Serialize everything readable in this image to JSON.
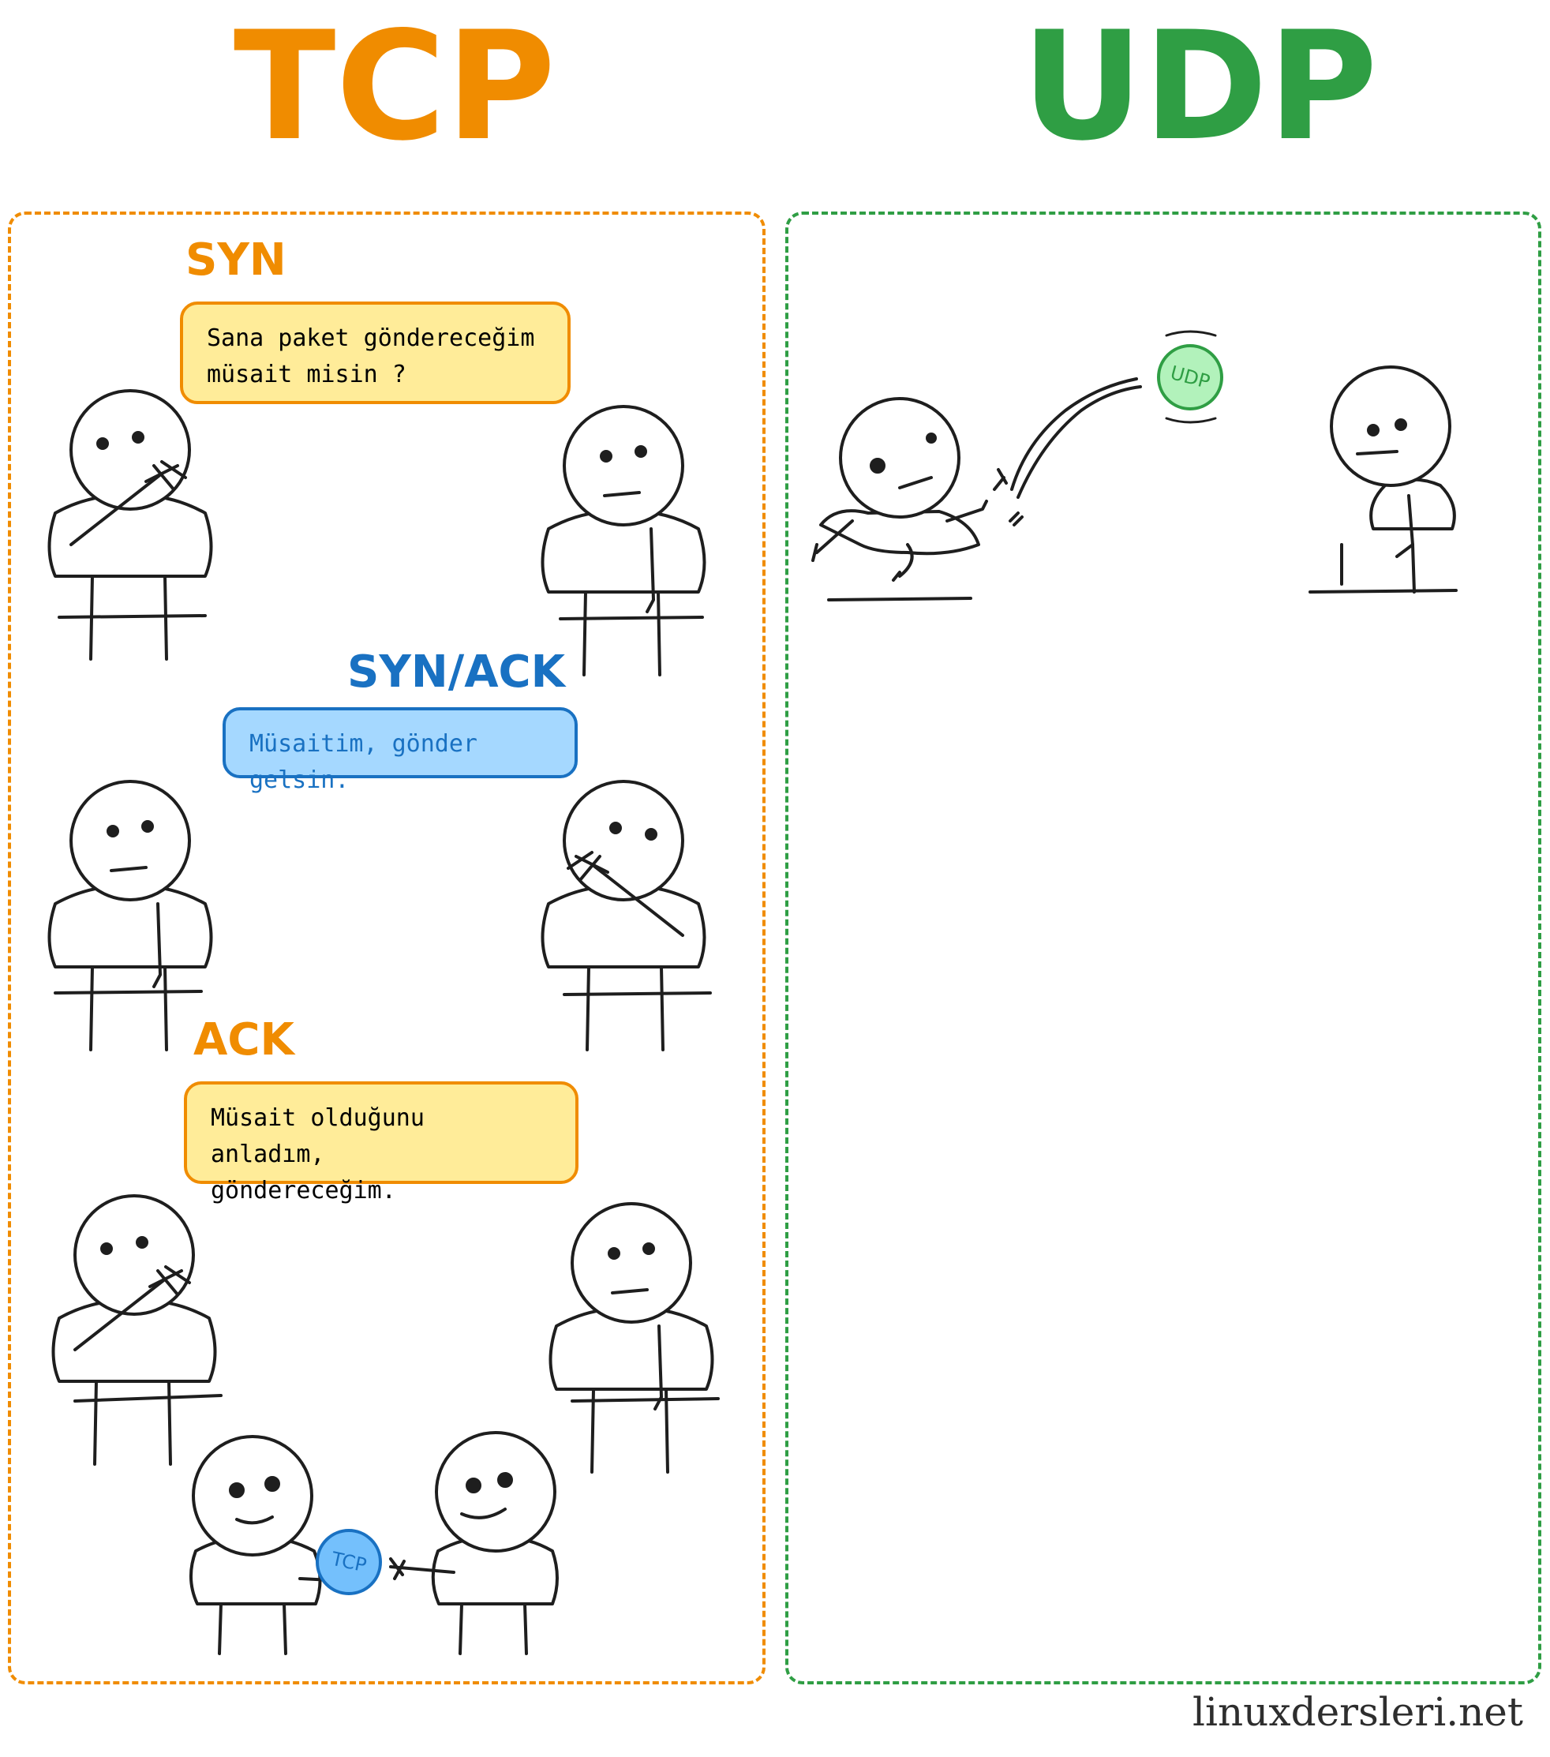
{
  "colors": {
    "tcp": "#f08c00",
    "udp": "#2f9e44",
    "syn_ack": "#1971c2",
    "bubble_yellow_fill": "#ffec99",
    "bubble_blue_fill": "#a5d8ff",
    "udp_ball_fill": "#b2f2bb",
    "tcp_ball_fill": "#74c0fc",
    "ink": "#1e1e1e"
  },
  "titles": {
    "left": "TCP",
    "right": "UDP"
  },
  "tcp": {
    "steps": [
      {
        "label": "SYN",
        "bubble": [
          "Sana paket göndereceğim",
          "müsait misin ?"
        ]
      },
      {
        "label": "SYN/ACK",
        "bubble": [
          "Müsaitim, gönder gelsin."
        ]
      },
      {
        "label": "ACK",
        "bubble": [
          "Müsait olduğunu anladım,",
          "göndereceğim."
        ]
      }
    ],
    "ball_label": "TCP"
  },
  "udp": {
    "ball_label": "UDP"
  },
  "footer": "linuxdersleri.net"
}
